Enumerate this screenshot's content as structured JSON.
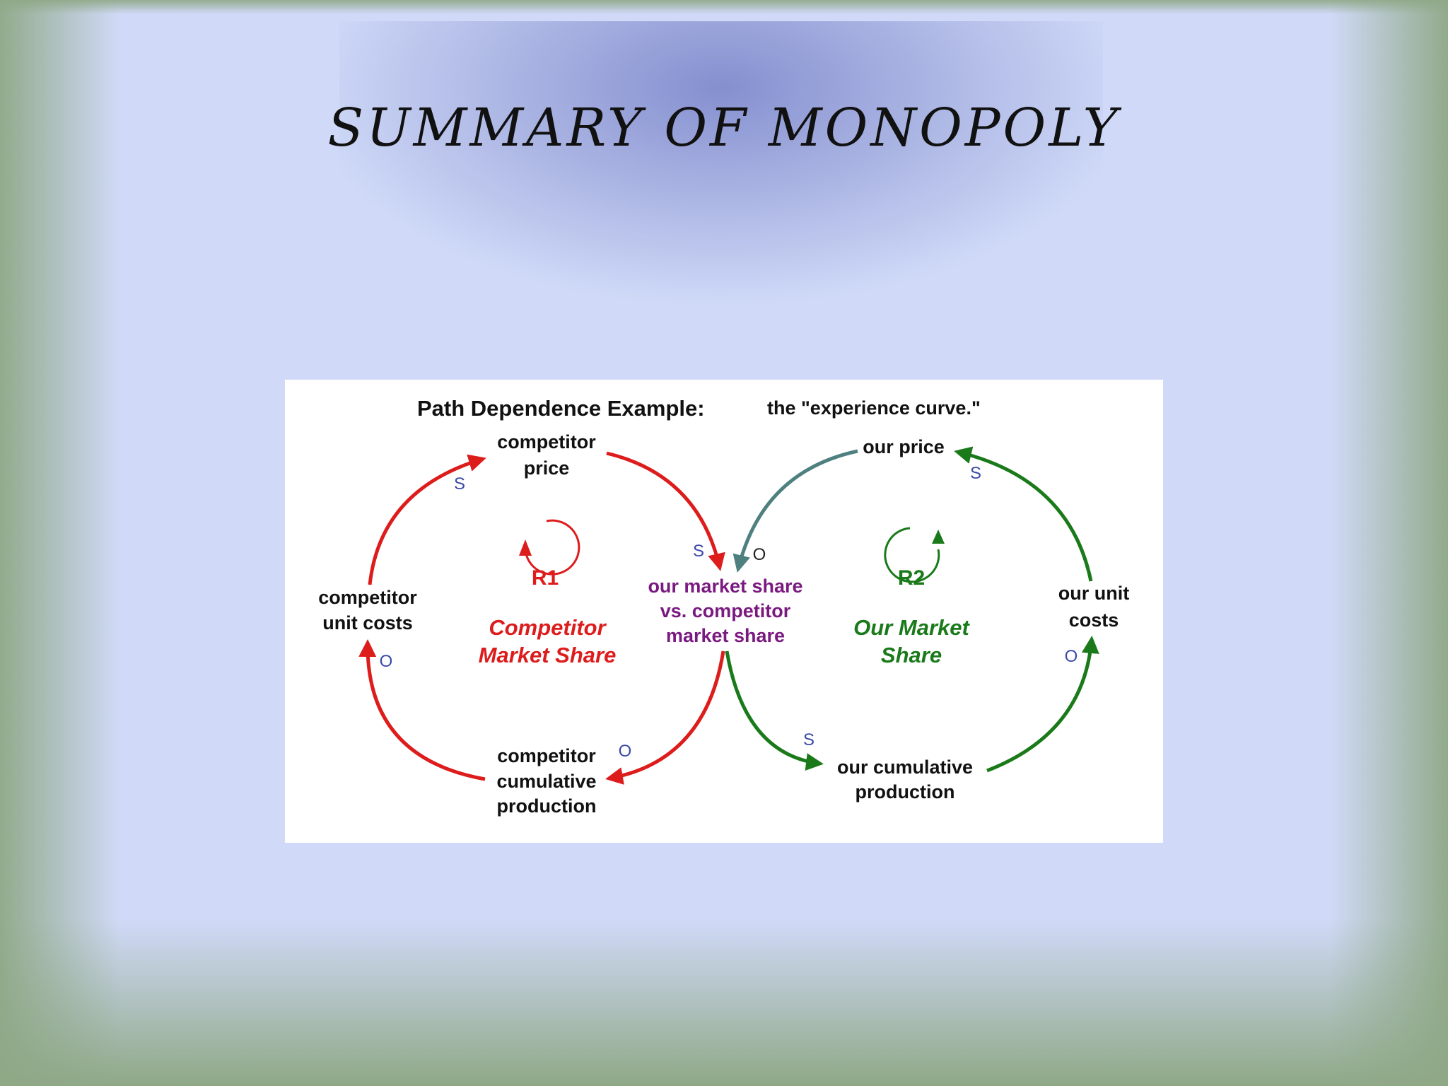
{
  "slide": {
    "title": "SUMMARY OF MONOPOLY"
  },
  "diagram": {
    "heading": "Path Dependence Example:",
    "subheading": "the \"experience curve.\"",
    "colors": {
      "competitor_loop": "#dd1c1c",
      "our_loop": "#1a7a1a",
      "price_link": "#4f8080",
      "center_text": "#7a1a80",
      "polarity_text": "#3a4aa8"
    },
    "nodes": {
      "competitor_price": [
        "competitor",
        "price"
      ],
      "competitor_unit_costs": [
        "competitor",
        "unit costs"
      ],
      "competitor_cumulative_production": [
        "competitor",
        "cumulative",
        "production"
      ],
      "market_share": [
        "our market share",
        "vs. competitor",
        "market share"
      ],
      "our_price": [
        "our price"
      ],
      "our_unit_costs": [
        "our unit",
        "costs"
      ],
      "our_cumulative_production": [
        "our cumulative",
        "production"
      ]
    },
    "loops": [
      {
        "id": "R1",
        "name": [
          "Competitor",
          "Market Share"
        ]
      },
      {
        "id": "R2",
        "name": [
          "Our Market",
          "Share"
        ]
      }
    ],
    "polarities": {
      "costs_to_price": "S",
      "price_to_share": "S",
      "share_to_production": "O",
      "production_to_costs": "O",
      "our_price_to_share": "O",
      "our_costs_to_price": "S",
      "share_to_our_production": "S",
      "our_production_to_costs": "O"
    }
  }
}
